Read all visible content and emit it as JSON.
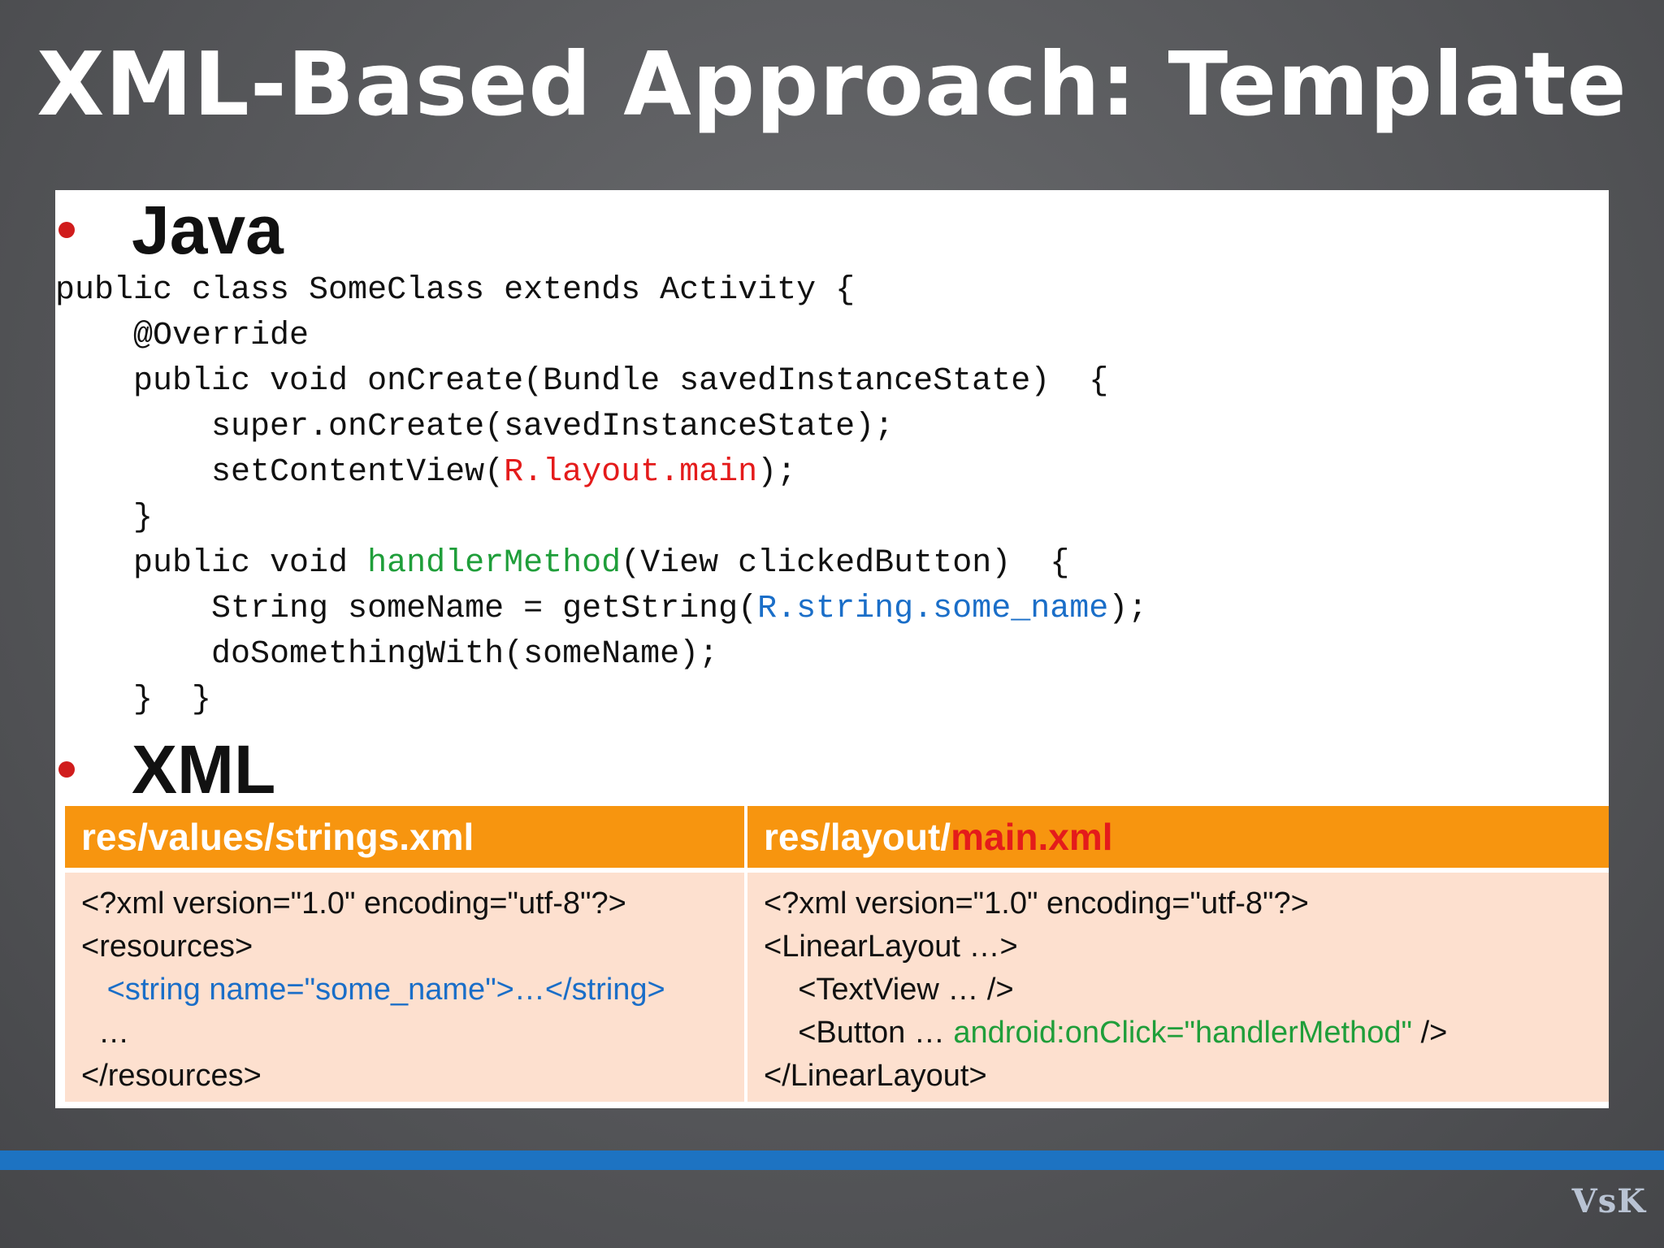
{
  "slide": {
    "title": "XML-Based Approach: Template"
  },
  "java_section": {
    "heading": "Java",
    "code_lines": [
      {
        "parts": [
          {
            "t": "public class SomeClass extends Activity {",
            "c": "default"
          }
        ]
      },
      {
        "parts": [
          {
            "t": "    @Override",
            "c": "default"
          }
        ]
      },
      {
        "parts": [
          {
            "t": "    public void onCreate(Bundle savedInstanceState)  {",
            "c": "default"
          }
        ]
      },
      {
        "parts": [
          {
            "t": "        super.onCreate(savedInstanceState);",
            "c": "default"
          }
        ]
      },
      {
        "parts": [
          {
            "t": "        setContentView(",
            "c": "default"
          },
          {
            "t": "R.layout.main",
            "c": "red"
          },
          {
            "t": ");",
            "c": "default"
          }
        ]
      },
      {
        "parts": [
          {
            "t": "    }",
            "c": "default"
          }
        ]
      },
      {
        "parts": [
          {
            "t": "    public void ",
            "c": "default"
          },
          {
            "t": "handlerMethod",
            "c": "green"
          },
          {
            "t": "(View clickedButton)  {",
            "c": "default"
          }
        ]
      },
      {
        "parts": [
          {
            "t": "        String someName = getString(",
            "c": "default"
          },
          {
            "t": "R.string.some_name",
            "c": "blue"
          },
          {
            "t": ");",
            "c": "default"
          }
        ]
      },
      {
        "parts": [
          {
            "t": "        doSomethingWith(someName);",
            "c": "default"
          }
        ]
      },
      {
        "parts": [
          {
            "t": "    }  }",
            "c": "default"
          }
        ]
      }
    ]
  },
  "xml_section": {
    "heading": "XML",
    "strings_file": {
      "header_prefix": "res/values/strings.xml",
      "lines": [
        {
          "parts": [
            {
              "t": "<?xml version=\"1.0\" encoding=\"utf-8\"?>",
              "c": "default"
            }
          ]
        },
        {
          "parts": [
            {
              "t": "<resources>",
              "c": "default"
            }
          ]
        },
        {
          "parts": [
            {
              "t": "   <string name=\"some_name\">…</string>",
              "c": "blue"
            }
          ]
        },
        {
          "parts": [
            {
              "t": "  …",
              "c": "default"
            }
          ]
        },
        {
          "parts": [
            {
              "t": "</resources>",
              "c": "default"
            }
          ]
        }
      ]
    },
    "layout_file": {
      "header_prefix": "res/layout/",
      "header_highlight": "main.xml",
      "lines": [
        {
          "parts": [
            {
              "t": "<?xml version=\"1.0\" encoding=\"utf-8\"?>",
              "c": "default"
            }
          ]
        },
        {
          "parts": [
            {
              "t": "<LinearLayout …>",
              "c": "default"
            }
          ]
        },
        {
          "parts": [
            {
              "t": "    <TextView … />",
              "c": "default"
            }
          ]
        },
        {
          "parts": [
            {
              "t": "    <Button … ",
              "c": "default"
            },
            {
              "t": "android:onClick=\"handlerMethod\"",
              "c": "green"
            },
            {
              "t": " />",
              "c": "default"
            }
          ]
        },
        {
          "parts": [
            {
              "t": "</LinearLayout>",
              "c": "default"
            }
          ]
        }
      ]
    }
  },
  "footer": {
    "logo_text": "VsK"
  },
  "colors": {
    "accent_orange": "#f7950f",
    "highlight_red": "#e41b1b",
    "highlight_green": "#1f9e3a",
    "highlight_blue": "#1a6ec8",
    "bottom_bar_blue": "#1d73c2",
    "table_body_peach": "#fde0cf"
  }
}
